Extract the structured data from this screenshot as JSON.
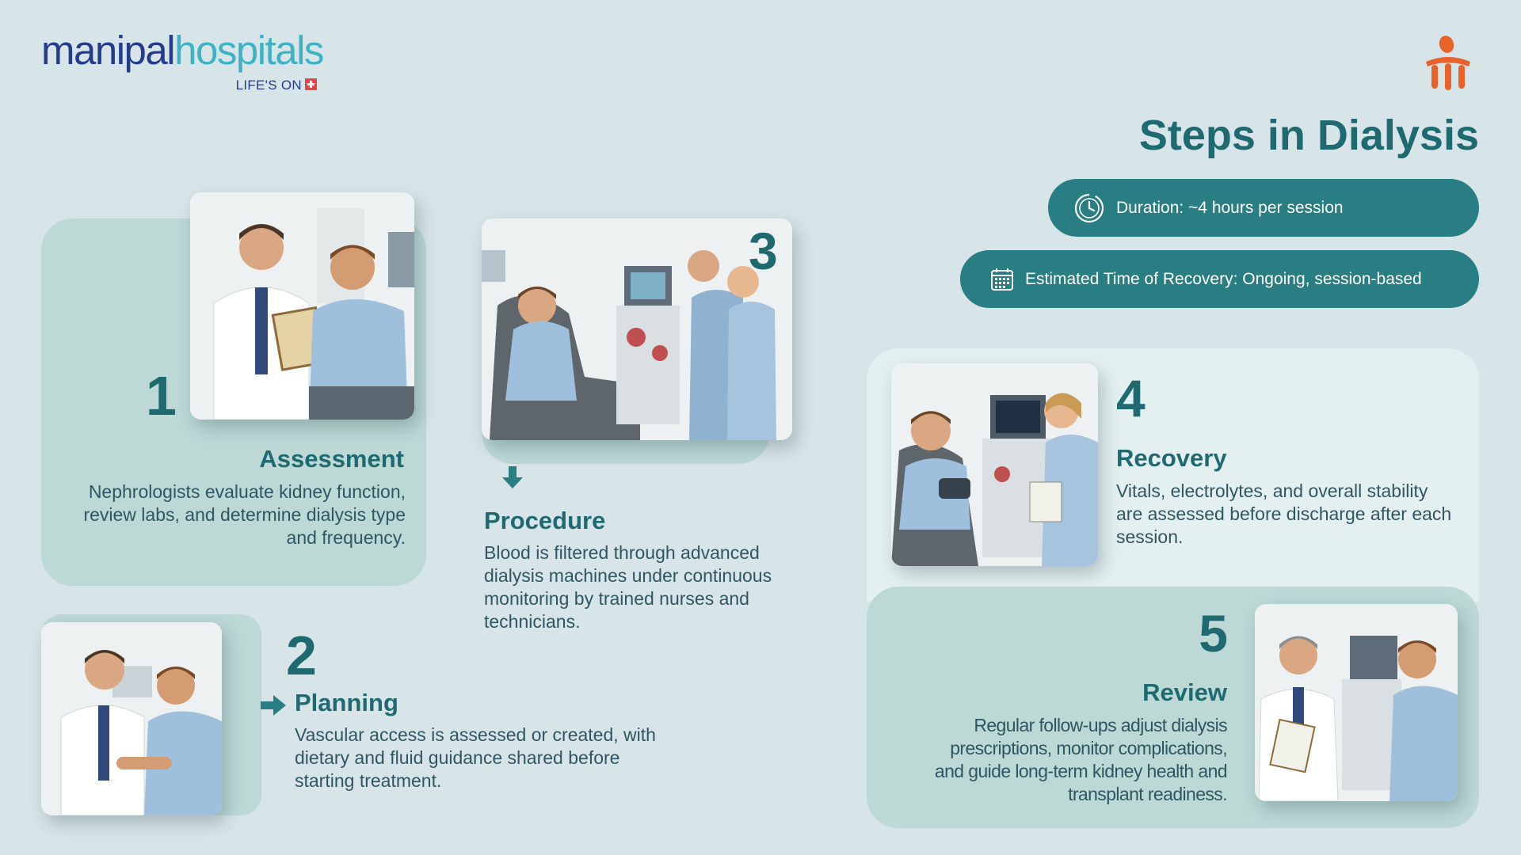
{
  "brand": {
    "name_part1": "manipal",
    "name_part2": "hospitals",
    "tagline": "LIFE'S ON"
  },
  "title": "Steps in Dialysis",
  "info": {
    "duration": "Duration: ~4 hours per session",
    "recovery": "Estimated Time of Recovery: Ongoing, session-based"
  },
  "steps": [
    {
      "number": "1",
      "title": "Assessment",
      "description": "Nephrologists evaluate kidney function, review labs, and determine dialysis type and frequency."
    },
    {
      "number": "2",
      "title": "Planning",
      "description": "Vascular access is assessed or created, with dietary and fluid guidance shared before starting treatment."
    },
    {
      "number": "3",
      "title": "Procedure",
      "description": "Blood is filtered through advanced dialysis machines under continuous monitoring by trained nurses and technicians."
    },
    {
      "number": "4",
      "title": "Recovery",
      "description": "Vitals, electrolytes, and overall stability are assessed before discharge after each session."
    },
    {
      "number": "5",
      "title": "Review",
      "description": "Regular follow-ups adjust dialysis prescriptions, monitor complications, and guide long-term kidney health and transplant readiness."
    }
  ],
  "colors": {
    "background": "#d8e5e8",
    "teal_dark": "#1e6a70",
    "pill": "#287e82",
    "panel": "#bcd9d6",
    "panel_light": "#e4f0f0",
    "brand_blue": "#243c8c",
    "brand_cyan": "#3fb2c4",
    "accent_orange": "#e8622a"
  },
  "icons": [
    "timer-icon",
    "calendar-icon",
    "arrow-down-icon",
    "arrow-right-icon",
    "logo-mark-icon"
  ]
}
